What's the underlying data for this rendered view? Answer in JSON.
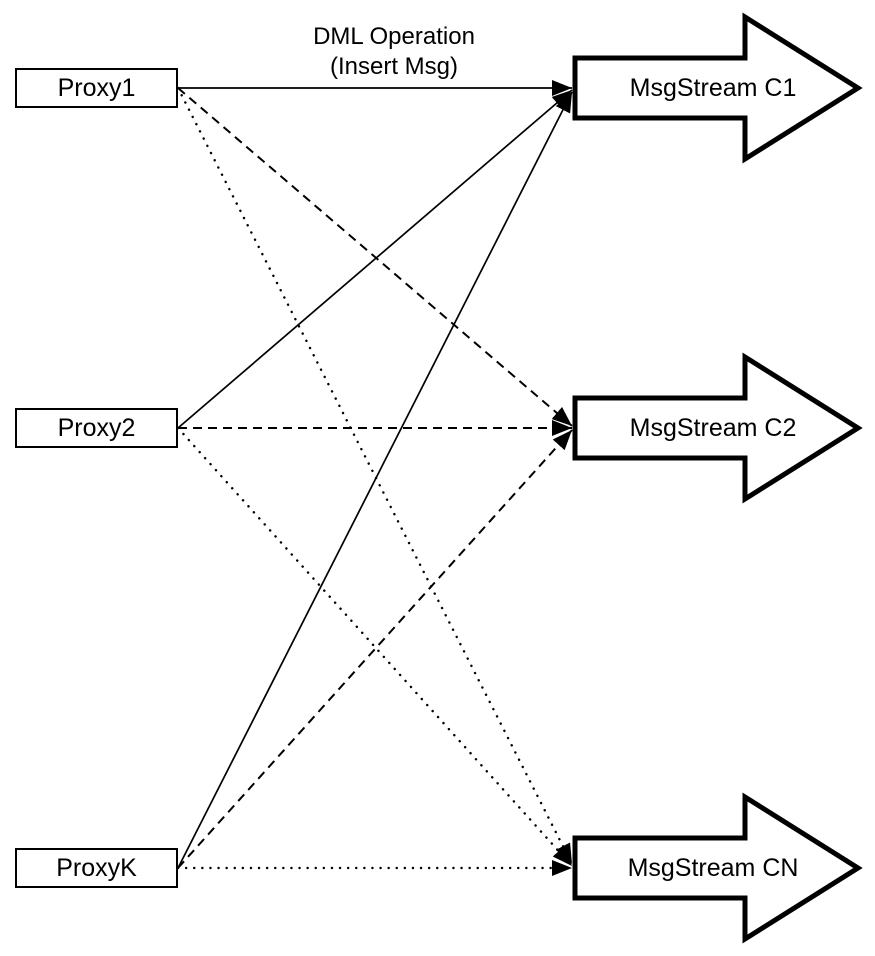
{
  "diagram": {
    "title_line1": "DML Operation",
    "title_line2": "(Insert Msg)",
    "proxies": [
      {
        "label": "Proxy1"
      },
      {
        "label": "Proxy2"
      },
      {
        "label": "ProxyK"
      }
    ],
    "streams": [
      {
        "label": "MsgStream C1"
      },
      {
        "label": "MsgStream C2"
      },
      {
        "label": "MsgStream CN"
      }
    ],
    "edges": [
      {
        "from": "Proxy1",
        "to": "MsgStream C1",
        "style": "solid"
      },
      {
        "from": "Proxy2",
        "to": "MsgStream C1",
        "style": "solid"
      },
      {
        "from": "ProxyK",
        "to": "MsgStream C1",
        "style": "solid"
      },
      {
        "from": "Proxy1",
        "to": "MsgStream C2",
        "style": "dashed"
      },
      {
        "from": "Proxy2",
        "to": "MsgStream C2",
        "style": "dashed"
      },
      {
        "from": "ProxyK",
        "to": "MsgStream C2",
        "style": "dashed"
      },
      {
        "from": "Proxy1",
        "to": "MsgStream CN",
        "style": "dotted"
      },
      {
        "from": "Proxy2",
        "to": "MsgStream CN",
        "style": "dotted"
      },
      {
        "from": "ProxyK",
        "to": "MsgStream CN",
        "style": "dotted"
      }
    ],
    "colors": {
      "line": "#000000",
      "fill": "#ffffff"
    }
  }
}
